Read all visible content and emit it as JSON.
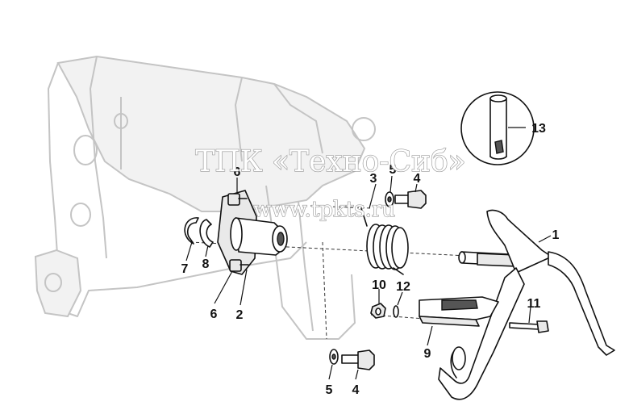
{
  "watermark": {
    "title": "ТПК «Техно-Сиб»",
    "url": "www.tpkts.ru"
  },
  "callouts": {
    "c1": "1",
    "c2": "2",
    "c3": "3",
    "c4_top": "4",
    "c4_bottom": "4",
    "c5_top": "5",
    "c5_bottom": "5",
    "c6_top": "6",
    "c6_bottom": "6",
    "c7": "7",
    "c8": "8",
    "c9": "9",
    "c10": "10",
    "c11": "11",
    "c12": "12",
    "c13": "13"
  },
  "colors": {
    "ink": "#111111",
    "ghost": "#c4c4c4",
    "background": "#ffffff"
  }
}
